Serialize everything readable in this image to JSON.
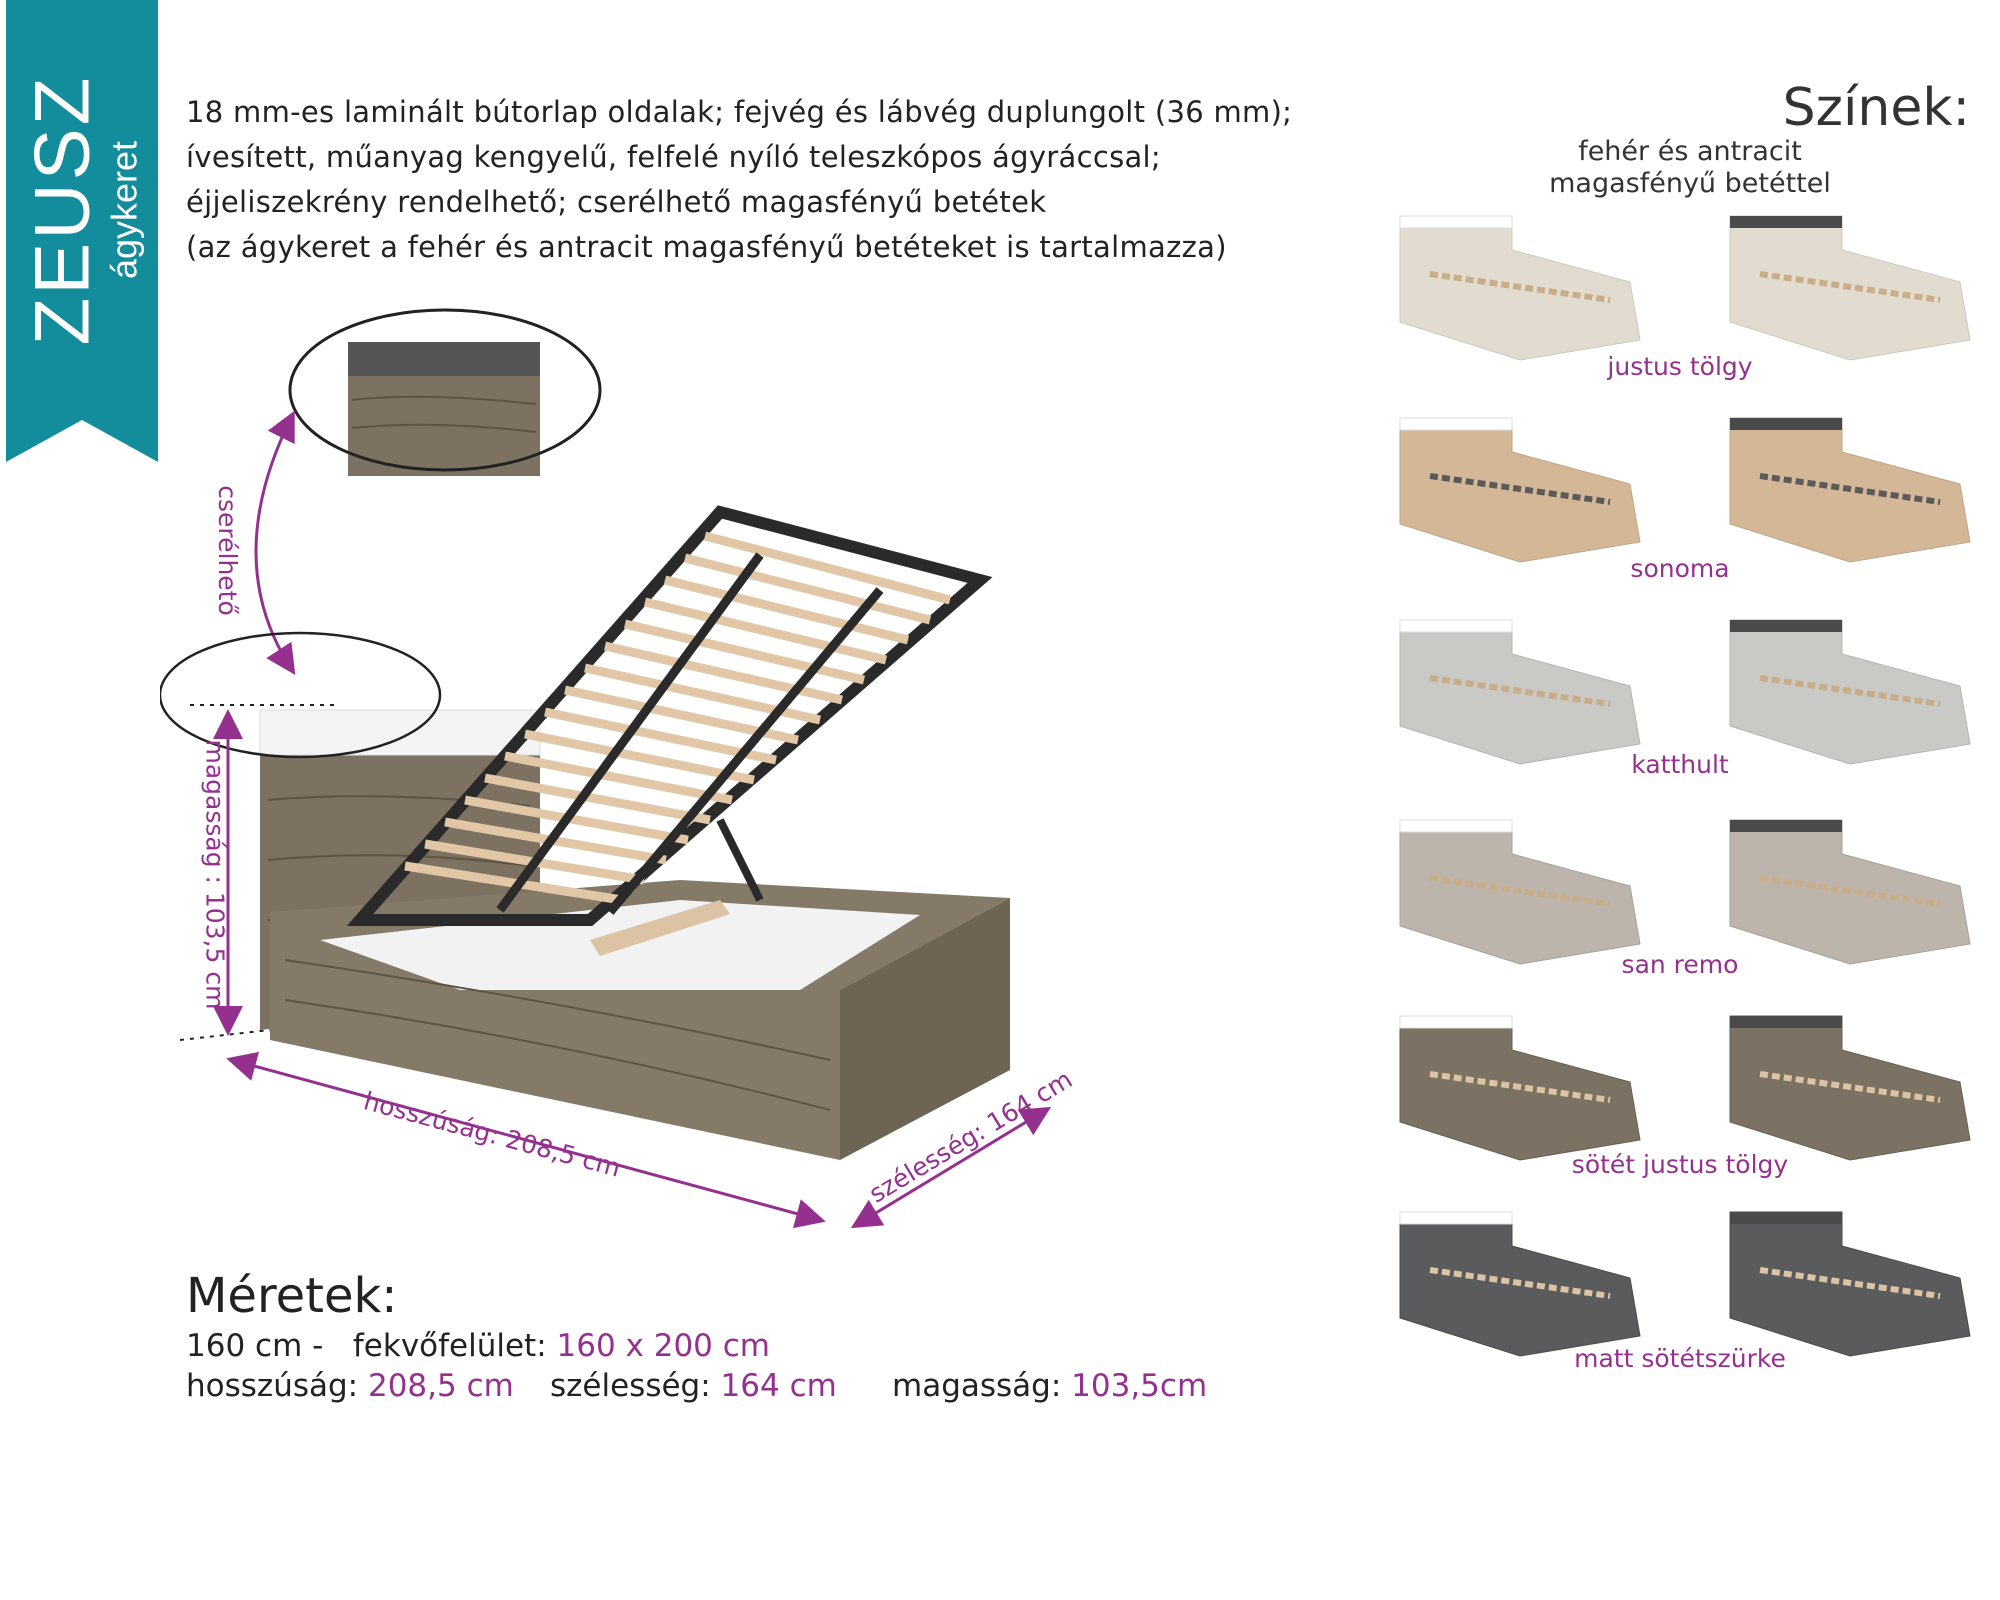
{
  "banner": {
    "title": "ZEUSZ",
    "subtitle": "ágykeret",
    "color": "#138c9b"
  },
  "description": {
    "lines": [
      "18 mm-es laminált bútorlap oldalak; fejvég és lábvég duplungolt (36 mm);",
      "ívesített, műanyag kengyelű, felfelé nyíló teleszkópos ágyráccsal;",
      "éjjeliszekrény rendelhető; cserélhető magasfényű betétek",
      "(az ágykeret a fehér és antracit magasfényű betéteket is tartalmazza)"
    ]
  },
  "illustration": {
    "replaceable_label": "cserélhető",
    "height_label": "magasság : 103,5 cm",
    "length_label": "hosszúság: 208,5 cm",
    "width_label": "szélesség: 164 cm",
    "accent_color": "#94318f",
    "wood_color": "#7d7262"
  },
  "dimensions": {
    "title": "Méretek:",
    "size_prefix": "160 cm -",
    "surface_label": "fekvőfelület:",
    "surface_value": "160 x 200 cm",
    "length_label": "hosszúság:",
    "length_value": "208,5 cm",
    "width_label": "szélesség:",
    "width_value": "164 cm",
    "height_label": "magasság:",
    "height_value": "103,5cm"
  },
  "colors_section": {
    "title": "Színek:",
    "insert_note_line1": "fehér és antracit",
    "insert_note_line2": "magasfényű betéttel",
    "insert_white": "#ffffff",
    "insert_anthracite": "#4a4a4a",
    "swatches": [
      {
        "name": "justus tölgy",
        "color": "#e2dbcf"
      },
      {
        "name": "sonoma",
        "color": "#d3b796"
      },
      {
        "name": "katthult",
        "color": "#c9c9c5"
      },
      {
        "name": "san remo",
        "color": "#bdb5ac"
      },
      {
        "name": "sötét justus tölgy",
        "color": "#7b7264"
      },
      {
        "name": "matt sötétszürke",
        "color": "#5a5b5c"
      }
    ]
  }
}
